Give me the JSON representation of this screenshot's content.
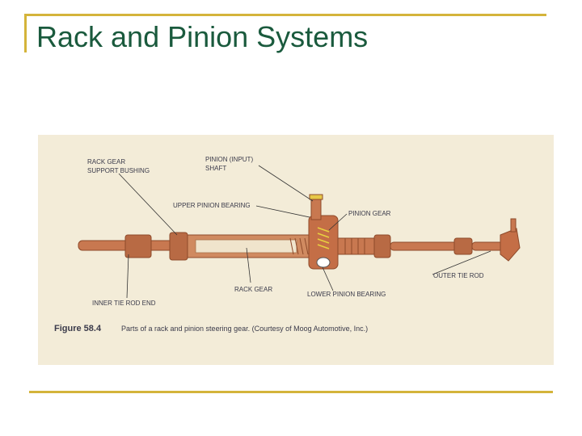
{
  "slide": {
    "title": "Rack and Pinion Systems"
  },
  "figure": {
    "labels": {
      "rack_gear_support_bushing_1": "RACK GEAR",
      "rack_gear_support_bushing_2": "SUPPORT BUSHING",
      "pinion_input_shaft_1": "PINION (INPUT)",
      "pinion_input_shaft_2": "SHAFT",
      "upper_pinion_bearing": "UPPER PINION BEARING",
      "pinion_gear": "PINION GEAR",
      "rack_gear": "RACK GEAR",
      "lower_pinion_bearing": "LOWER PINION BEARING",
      "inner_tie_rod_end": "INNER TIE ROD END",
      "outer_tie_rod": "OUTER TIE ROD"
    },
    "caption_label": "Figure 58.4",
    "caption_text": "Parts of a rack and pinion steering gear. (Courtesy of Moog Automotive, Inc.)"
  },
  "colors": {
    "frame": "#d4b43a",
    "title": "#1a5a3d",
    "figure_bg": "#f3ecd8",
    "metal": "#c87850",
    "metal_dark": "#8e4a2a",
    "label": "#3a3a4a"
  }
}
